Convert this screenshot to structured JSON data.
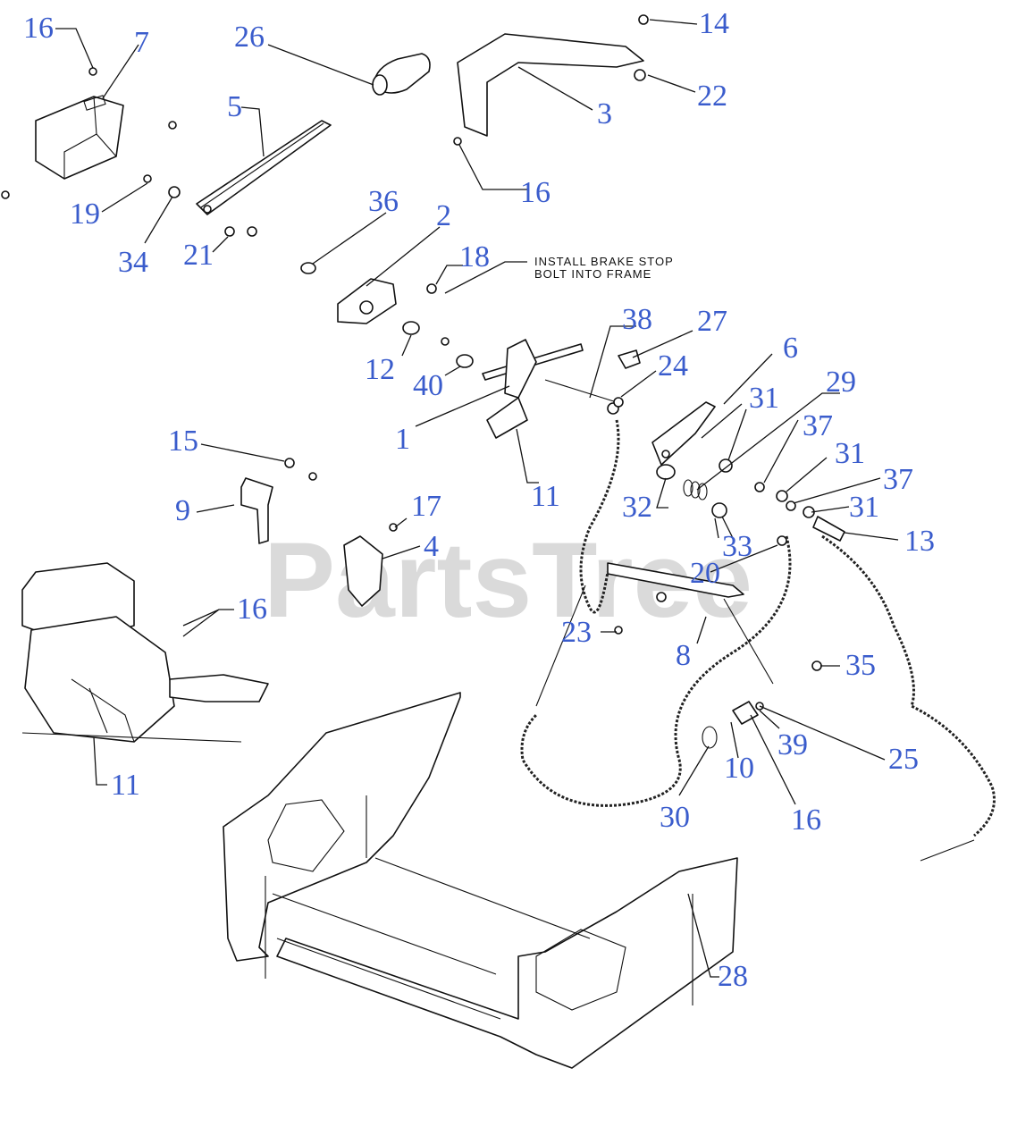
{
  "watermark": "PartsTree",
  "note": [
    "INSTALL BRAKE STOP",
    "BOLT INTO FRAME"
  ],
  "colors": {
    "callout": "#3a5ccc",
    "line": "#111111",
    "watermark": "#bdbdbd"
  },
  "callouts": [
    {
      "id": "c16a",
      "label": "16"
    },
    {
      "id": "c7",
      "label": "7"
    },
    {
      "id": "c26",
      "label": "26"
    },
    {
      "id": "c14",
      "label": "14"
    },
    {
      "id": "c22",
      "label": "22"
    },
    {
      "id": "c3",
      "label": "3"
    },
    {
      "id": "c5",
      "label": "5"
    },
    {
      "id": "c16b",
      "label": "16"
    },
    {
      "id": "c19",
      "label": "19"
    },
    {
      "id": "c34",
      "label": "34"
    },
    {
      "id": "c21",
      "label": "21"
    },
    {
      "id": "c36",
      "label": "36"
    },
    {
      "id": "c2",
      "label": "2"
    },
    {
      "id": "c18",
      "label": "18"
    },
    {
      "id": "c38",
      "label": "38"
    },
    {
      "id": "c27",
      "label": "27"
    },
    {
      "id": "c6",
      "label": "6"
    },
    {
      "id": "c24",
      "label": "24"
    },
    {
      "id": "c12",
      "label": "12"
    },
    {
      "id": "c40",
      "label": "40"
    },
    {
      "id": "c29",
      "label": "29"
    },
    {
      "id": "c31a",
      "label": "31"
    },
    {
      "id": "c1",
      "label": "1"
    },
    {
      "id": "c37a",
      "label": "37"
    },
    {
      "id": "c31b",
      "label": "31"
    },
    {
      "id": "c37b",
      "label": "37"
    },
    {
      "id": "c15",
      "label": "15"
    },
    {
      "id": "c11a",
      "label": "11"
    },
    {
      "id": "c31c",
      "label": "31"
    },
    {
      "id": "c32",
      "label": "32"
    },
    {
      "id": "c17",
      "label": "17"
    },
    {
      "id": "c9",
      "label": "9"
    },
    {
      "id": "c13",
      "label": "13"
    },
    {
      "id": "c4",
      "label": "4"
    },
    {
      "id": "c33",
      "label": "33"
    },
    {
      "id": "c20",
      "label": "20"
    },
    {
      "id": "c16c",
      "label": "16"
    },
    {
      "id": "c23",
      "label": "23"
    },
    {
      "id": "c8",
      "label": "8"
    },
    {
      "id": "c35",
      "label": "35"
    },
    {
      "id": "c39",
      "label": "39"
    },
    {
      "id": "c25",
      "label": "25"
    },
    {
      "id": "c10",
      "label": "10"
    },
    {
      "id": "c11b",
      "label": "11"
    },
    {
      "id": "c30",
      "label": "30"
    },
    {
      "id": "c16d",
      "label": "16"
    },
    {
      "id": "c28",
      "label": "28"
    }
  ]
}
